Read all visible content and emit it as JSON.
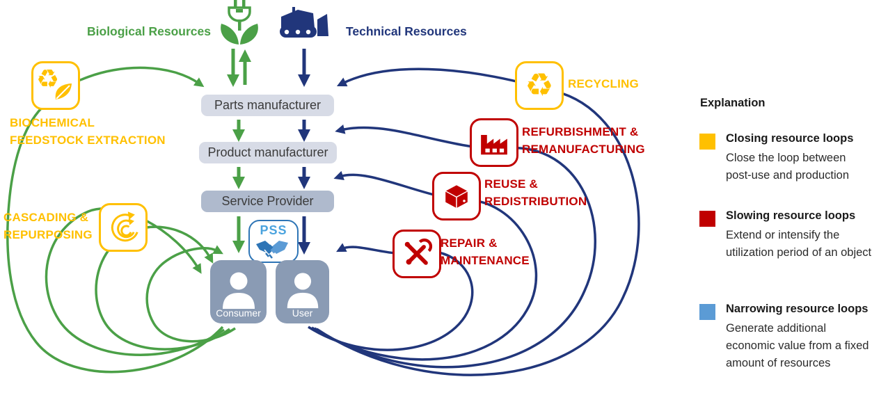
{
  "top": {
    "biological_label": "Biological Resources",
    "technical_label": "Technical Resources"
  },
  "chain": {
    "parts": "Parts manufacturer",
    "product": "Product manufacturer",
    "service": "Service Provider"
  },
  "actors": {
    "pss": "PSS",
    "consumer": "Consumer",
    "user": "User"
  },
  "left_loops": {
    "biochemical": {
      "line1": "BIOCHEMICAL",
      "line2": "FEEDSTOCK EXTRACTION"
    },
    "cascading": {
      "line1": "CASCADING &",
      "line2": "REPURPOSING"
    }
  },
  "right_loops": {
    "recycling": {
      "line1": "RECYCLING"
    },
    "refurbishment": {
      "line1": "REFURBISHMENT &",
      "line2": "REMANUFACTURING"
    },
    "reuse": {
      "line1": "REUSE &",
      "line2": "REDISTRIBUTION"
    },
    "repair": {
      "line1": "REPAIR &",
      "line2": "MAINTENANCE"
    }
  },
  "legend": {
    "title": "Explanation",
    "items": [
      {
        "color": "#FFC000",
        "title": "Closing resource loops",
        "desc": "Close the loop between post-use and production"
      },
      {
        "color": "#C00000",
        "title": "Slowing resource loops",
        "desc": "Extend or intensify the utilization period of an object"
      },
      {
        "color": "#5B9BD5",
        "title": "Narrowing resource loops",
        "desc": "Generate additional economic value from a fixed amount of resources"
      }
    ]
  },
  "icons": {
    "recycle": "♻"
  },
  "colors": {
    "green": "#4BA047",
    "navy": "#21367B",
    "yellow": "#FFC000",
    "red": "#C00000",
    "blue": "#5B9BD5",
    "box_light": "#D7DBE6",
    "box_mid": "#AFBACD",
    "box_dark": "#8A9BB4",
    "pss_blue": "#2E75B6"
  }
}
